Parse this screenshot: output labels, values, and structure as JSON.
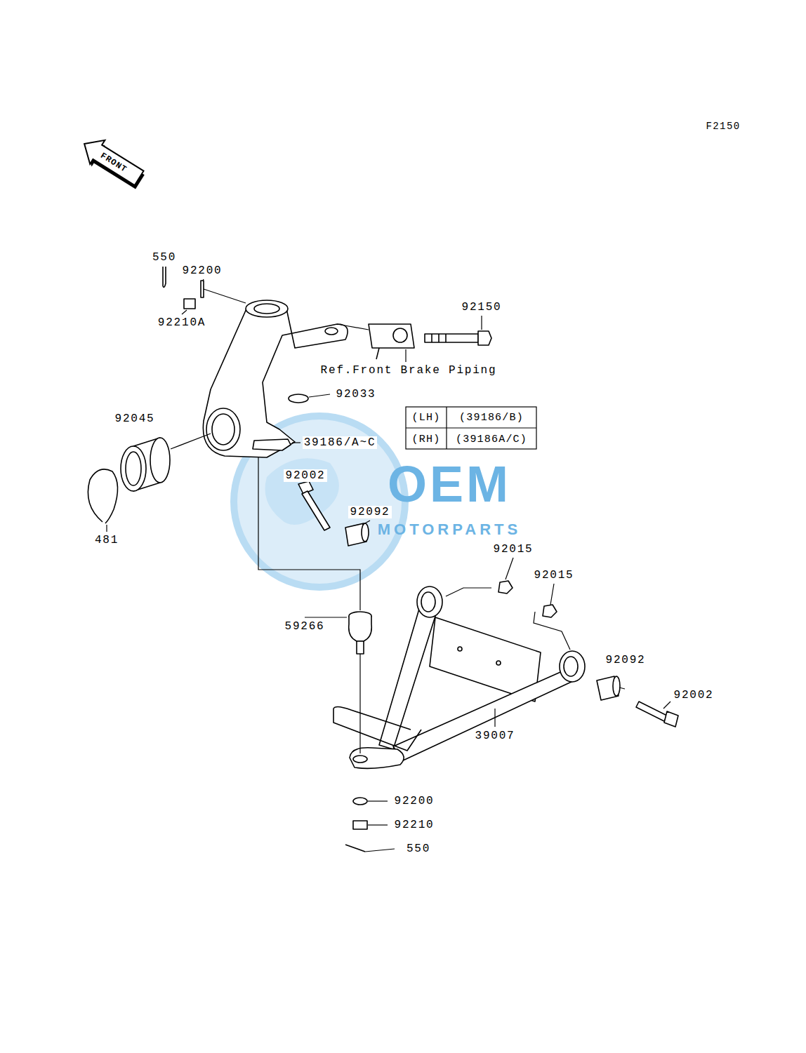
{
  "diagram": {
    "labels": [
      "F2150",
      "FRONT",
      "550",
      "92200",
      "92210A",
      "92150",
      "Ref.Front Brake Piping",
      "92033",
      "(LH)",
      "(39186/B)",
      "(RH)",
      "(39186A/C)",
      "92045",
      "39186/A~C",
      "481",
      "92002",
      "92092",
      "92015",
      "92015",
      "59266",
      "92092",
      "92002",
      "39007",
      "92200",
      "92210",
      "550",
      "OEM",
      "MOTORPARTS"
    ]
  }
}
